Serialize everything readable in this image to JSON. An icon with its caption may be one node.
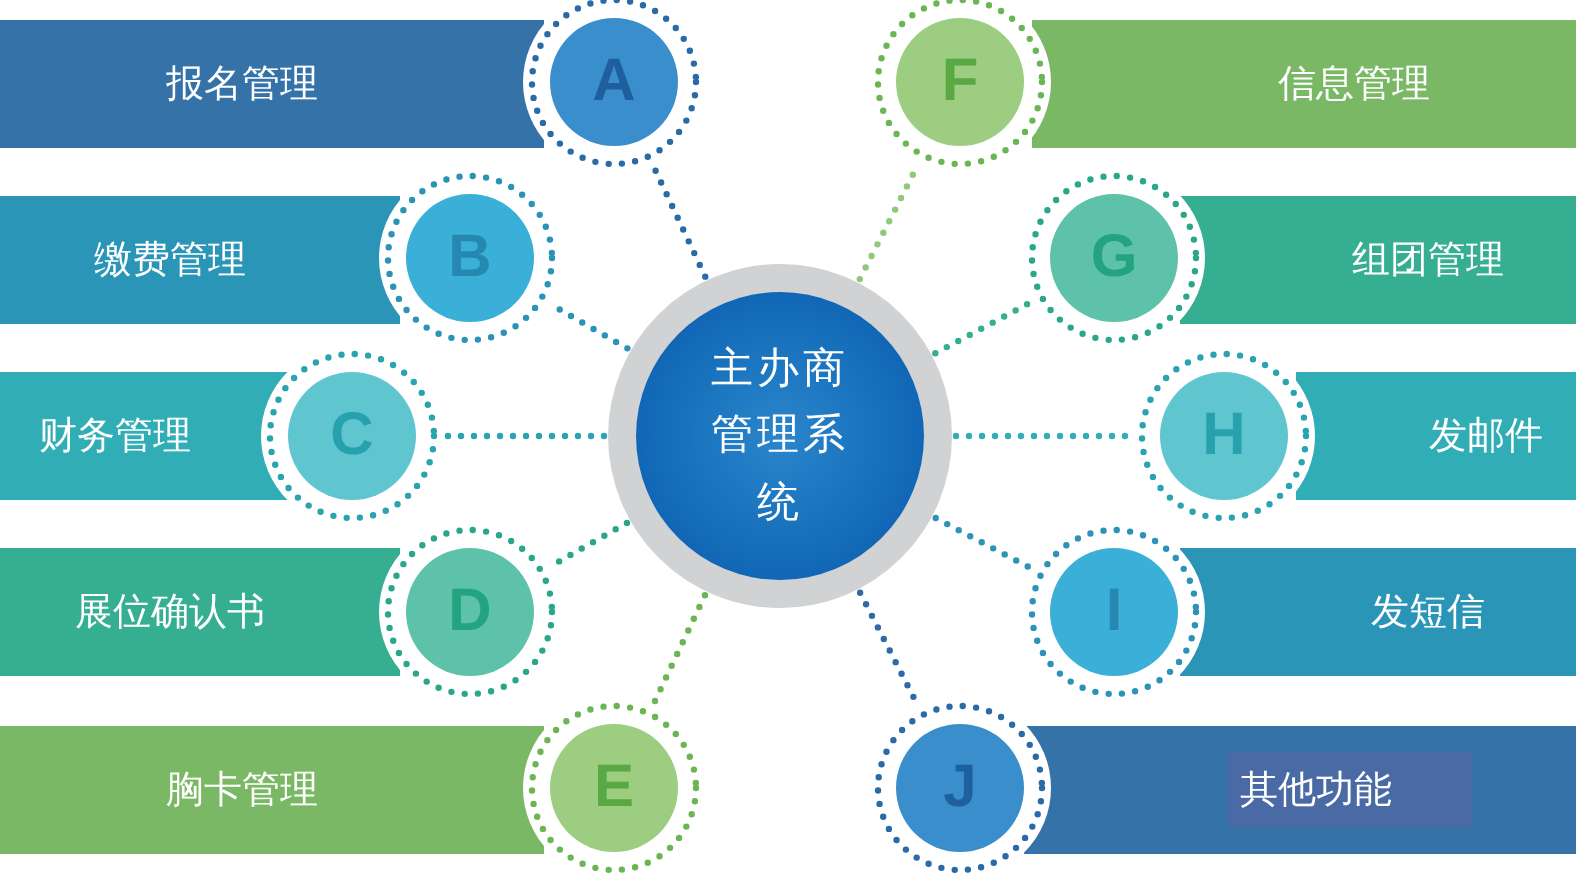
{
  "diagram": {
    "nodes": [
      {
        "text": [
          "主办商管理系统"
        ]
      },
      {
        "text": [
          "报名管理"
        ]
      },
      {
        "text": [
          "A"
        ]
      },
      {
        "text": [
          "缴费管理"
        ]
      },
      {
        "text": [
          "B"
        ]
      },
      {
        "text": [
          "财务管理"
        ]
      },
      {
        "text": [
          "C"
        ]
      },
      {
        "text": [
          "展位确认书"
        ]
      },
      {
        "text": [
          "D"
        ]
      },
      {
        "text": [
          "胸卡管理"
        ]
      },
      {
        "text": [
          "E"
        ]
      },
      {
        "text": [
          "F"
        ]
      },
      {
        "text": [
          "信息管理"
        ]
      },
      {
        "text": [
          "G"
        ]
      },
      {
        "text": [
          "组团管理"
        ]
      },
      {
        "text": [
          "H"
        ]
      },
      {
        "text": [
          "发邮件"
        ]
      },
      {
        "text": [
          "I"
        ]
      },
      {
        "text": [
          "发短信"
        ]
      },
      {
        "text": [
          "J"
        ]
      },
      {
        "text": [
          "其他功能"
        ]
      }
    ],
    "edges": [
      {
        "from": 0,
        "to": 2,
        "arrow": "none",
        "style": "dashed",
        "color": "#2a6aa6"
      },
      {
        "from": 0,
        "to": 4,
        "arrow": "none",
        "style": "dashed",
        "color": "#2b93b5"
      },
      {
        "from": 0,
        "to": 6,
        "arrow": "none",
        "style": "dashed",
        "color": "#2aa3b0"
      },
      {
        "from": 0,
        "to": 8,
        "arrow": "none",
        "style": "dashed",
        "color": "#2aa78a"
      },
      {
        "from": 0,
        "to": 10,
        "arrow": "none",
        "style": "dashed",
        "color": "#6cb555"
      },
      {
        "from": 0,
        "to": 11,
        "arrow": "none",
        "style": "dashed",
        "color": "#8fc97a"
      },
      {
        "from": 0,
        "to": 13,
        "arrow": "none",
        "style": "dashed",
        "color": "#35ae92"
      },
      {
        "from": 0,
        "to": 15,
        "arrow": "none",
        "style": "dashed",
        "color": "#30adb5"
      },
      {
        "from": 0,
        "to": 17,
        "arrow": "none",
        "style": "dashed",
        "color": "#2b95b8"
      },
      {
        "from": 0,
        "to": 19,
        "arrow": "none",
        "style": "dashed",
        "color": "#2d6aa8"
      }
    ]
  }
}
